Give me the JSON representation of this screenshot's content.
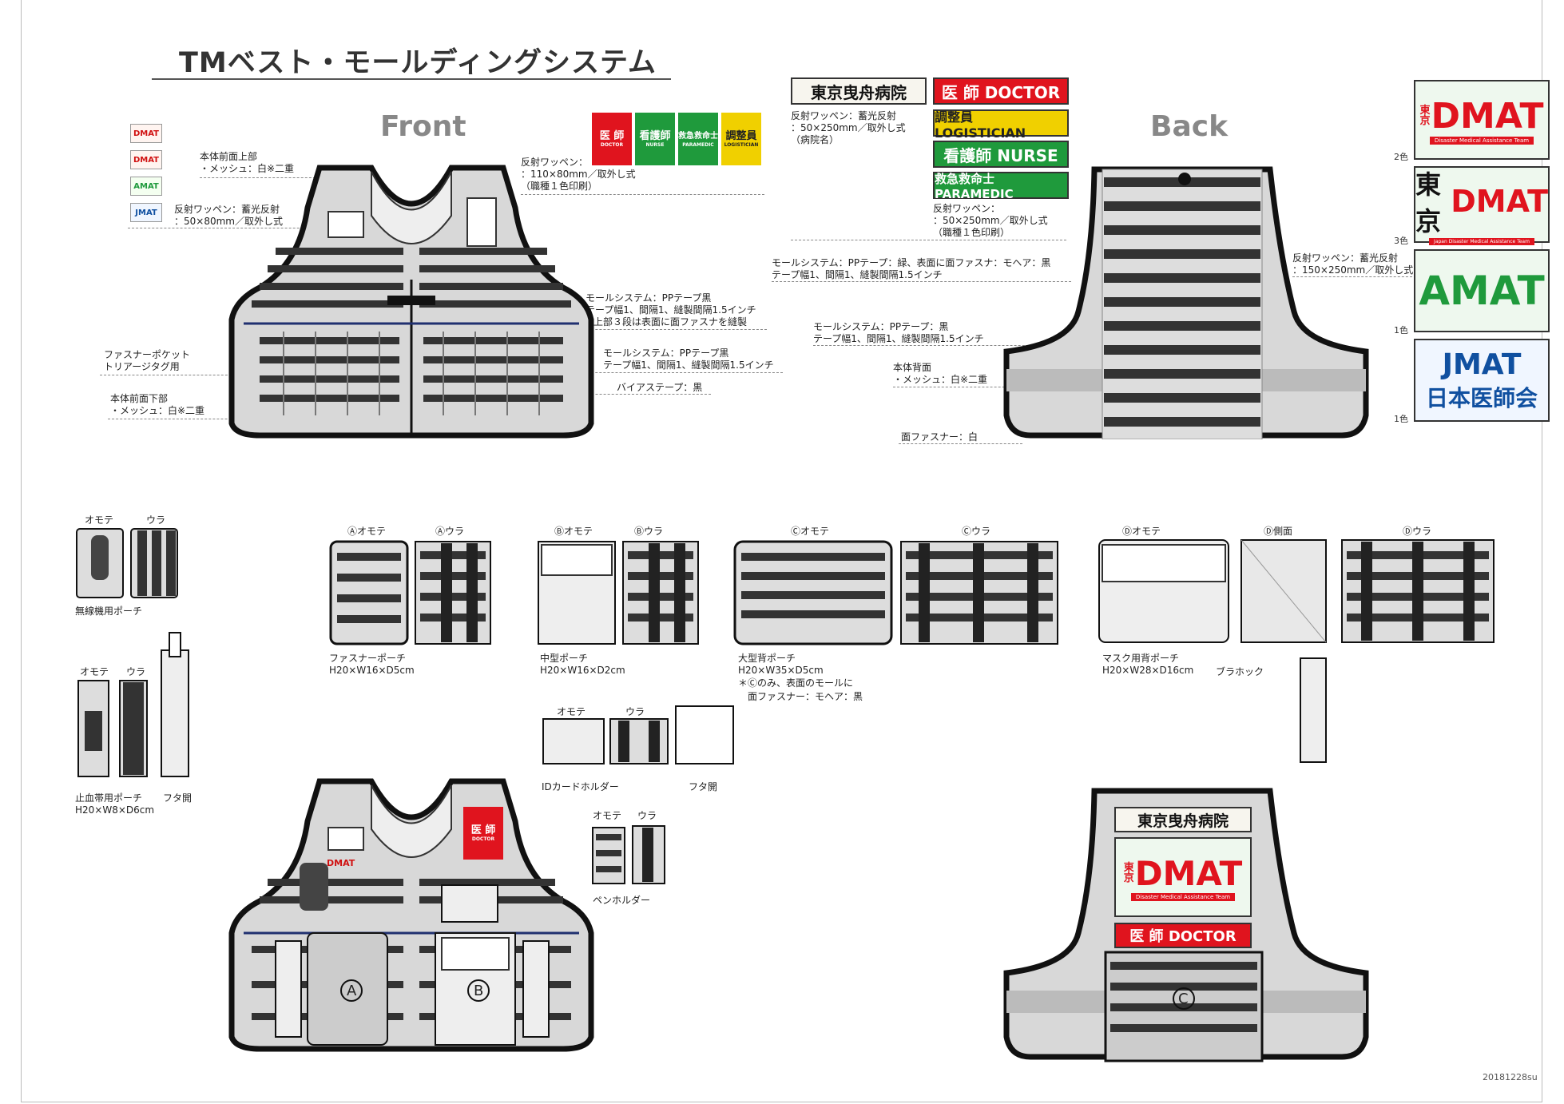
{
  "title": "TMベスト・モールディングシステム",
  "views": {
    "front": "Front",
    "back": "Back"
  },
  "front_notes": {
    "upper": "本体前面上部\n・メッシュ：白※二重",
    "patch_small": "反射ワッペン：蓄光反射\n：50×80mm／取外し式",
    "patch_role": "反射ワッペン：\n：110×80mm／取外し式\n（職種１色印刷）",
    "molle_1": "モールシステム：PPテープ黒\nテープ幅1、間隔1、縫製間隔1.5インチ\n※上部３段は表面に面ファスナを縫製",
    "molle_2": "モールシステム：PPテープ黒\nテープ幅1、間隔1、縫製間隔1.5インチ",
    "bias": "バイアステープ：黒",
    "pocket": "ファスナーポケット\nトリアージタグ用",
    "lower": "本体前面下部\n・メッシュ：白※二重"
  },
  "front_chips": [
    "DMAT",
    "DMAT",
    "AMAT",
    "JMAT"
  ],
  "role_badges": [
    {
      "main": "医 師",
      "sub": "DOCTOR",
      "color": "#e0141e"
    },
    {
      "main": "看護師",
      "sub": "NURSE",
      "color": "#1f9a3c"
    },
    {
      "main": "救急救命士",
      "sub": "PARAMEDIC",
      "color": "#1f9a3c"
    },
    {
      "main": "調整員",
      "sub": "LOGISTICIAN",
      "color": "#f0d000"
    }
  ],
  "back_badges": {
    "hospital": "東京曳舟病院",
    "doctor": "医 師  DOCTOR",
    "logistician": "調整員 LOGISTICIAN",
    "nurse": "看護師  NURSE",
    "paramedic": "救急救命士 PARAMEDIC"
  },
  "back_notes": {
    "hospital_patch": "反射ワッペン：蓄光反射\n：50×250mm／取外し式\n（病院名）",
    "role_patch": "反射ワッペン：\n：50×250mm／取外し式\n（職種１色印刷）",
    "molle_1": "モールシステム：PPテープ：緑、表面に面ファスナ：モヘア：黒\nテープ幅1、間隔1、縫製間隔1.5インチ",
    "molle_2": "モールシステム：PPテープ：黒\nテープ幅1、間隔1、縫製間隔1.5インチ",
    "body": "本体背面\n・メッシュ：白※二重",
    "fastener": "面ファスナー：白",
    "big_patch": "反射ワッペン：蓄光反射\n：150×250mm／取外し式"
  },
  "logos": [
    {
      "name": "東京DMAT",
      "small": "東京",
      "main": "DMAT",
      "sub": "Disaster Medical Assistance Team",
      "count": "2色"
    },
    {
      "name": "東京DMAT",
      "small": "東京",
      "main": "DMAT",
      "sub": "Japan Disaster Medical Assistance Team",
      "count": "3色"
    },
    {
      "name": "AMAT",
      "main": "AMAT",
      "count": "1色"
    },
    {
      "name": "JMAT",
      "main": "JMAT",
      "sub2": "日本医師会",
      "count": "1色"
    }
  ],
  "accessories": {
    "radio": {
      "omote": "オモテ",
      "ura": "ウラ",
      "caption": "無線機用ポーチ"
    },
    "tourniquet": {
      "omote": "オモテ",
      "ura": "ウラ",
      "caption": "止血帯用ポーチ\nH20×W8×D6cm",
      "open": "フタ開"
    },
    "a": {
      "omote": "Ⓐオモテ",
      "ura": "Ⓐウラ",
      "caption": "ファスナーポーチ\nH20×W16×D5cm"
    },
    "b": {
      "omote": "Ⓑオモテ",
      "ura": "Ⓑウラ",
      "caption": "中型ポーチ\nH20×W16×D2cm"
    },
    "c": {
      "omote": "Ⓒオモテ",
      "ura": "Ⓒウラ",
      "caption": "大型背ポーチ\nH20×W35×D5cm\n＊Ⓒのみ、表面のモールに\n　面ファスナー：モヘア：黒"
    },
    "d": {
      "omote": "Ⓓオモテ",
      "side": "Ⓓ側面",
      "ura": "Ⓓウラ",
      "caption": "マスク用背ポーチ\nH20×W28×D16cm",
      "hook": "ブラホック"
    },
    "id": {
      "omote": "オモテ",
      "ura": "ウラ",
      "caption": "IDカードホルダー",
      "open": "フタ開"
    },
    "pen": {
      "omote": "オモテ",
      "ura": "ウラ",
      "caption": "ペンホルダー"
    }
  },
  "assembled": {
    "a": "A",
    "b": "B",
    "c": "C",
    "front_badge_main": "医 師",
    "front_badge_sub": "DOCTOR",
    "back_hospital": "東京曳舟病院",
    "back_logo_small": "東京",
    "back_logo_main": "DMAT",
    "back_logo_sub": "Disaster Medical Assistance Team",
    "back_doctor": "医 師  DOCTOR",
    "front_chip": "DMAT"
  },
  "footer_code": "20181228su"
}
